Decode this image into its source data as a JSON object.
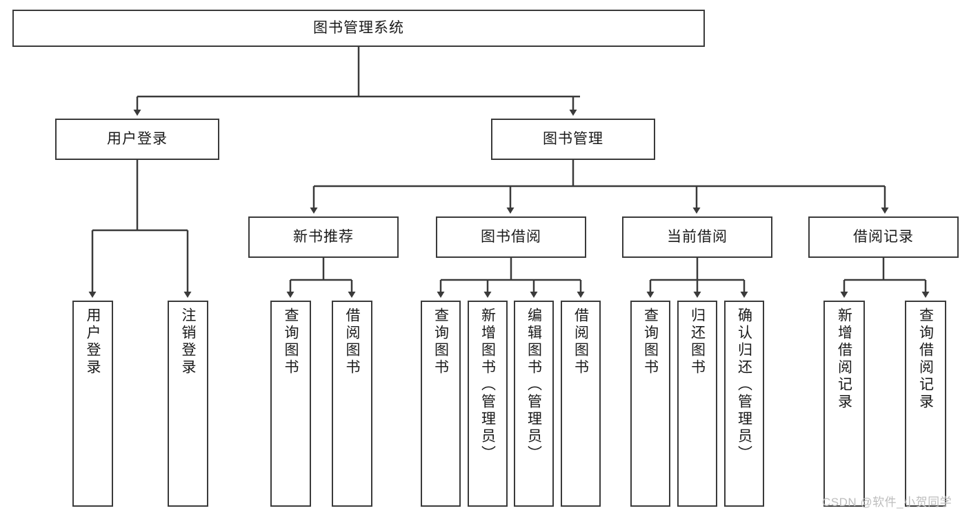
{
  "diagram": {
    "title": "图书管理系统",
    "type": "tree-hierarchy-diagram",
    "root": {
      "label": "图书管理系统"
    },
    "level1": [
      {
        "label": "用户登录"
      },
      {
        "label": "图书管理"
      }
    ],
    "level2": [
      {
        "label": "新书推荐"
      },
      {
        "label": "图书借阅"
      },
      {
        "label": "当前借阅"
      },
      {
        "label": "借阅记录"
      }
    ],
    "leaves": {
      "user_login": [
        {
          "label": "用户登录"
        },
        {
          "label": "注销登录"
        }
      ],
      "new_book_recommend": [
        {
          "label": "查询图书"
        },
        {
          "label": "借阅图书"
        }
      ],
      "book_borrow": [
        {
          "label": "查询图书"
        },
        {
          "label": "新增图书（管理员）"
        },
        {
          "label": "编辑图书（管理员）"
        },
        {
          "label": "借阅图书"
        }
      ],
      "current_borrow": [
        {
          "label": "查询图书"
        },
        {
          "label": "归还图书"
        },
        {
          "label": "确认归还（管理员）"
        }
      ],
      "borrow_record": [
        {
          "label": "新增借阅记录"
        },
        {
          "label": "查询借阅记录"
        }
      ]
    }
  },
  "watermark": {
    "text": "CSDN @软件_小贺同学"
  },
  "colors": {
    "border": "#3a3a3a",
    "text": "#1a1a1a",
    "background": "#ffffff",
    "watermark": "#bdbdbd"
  }
}
